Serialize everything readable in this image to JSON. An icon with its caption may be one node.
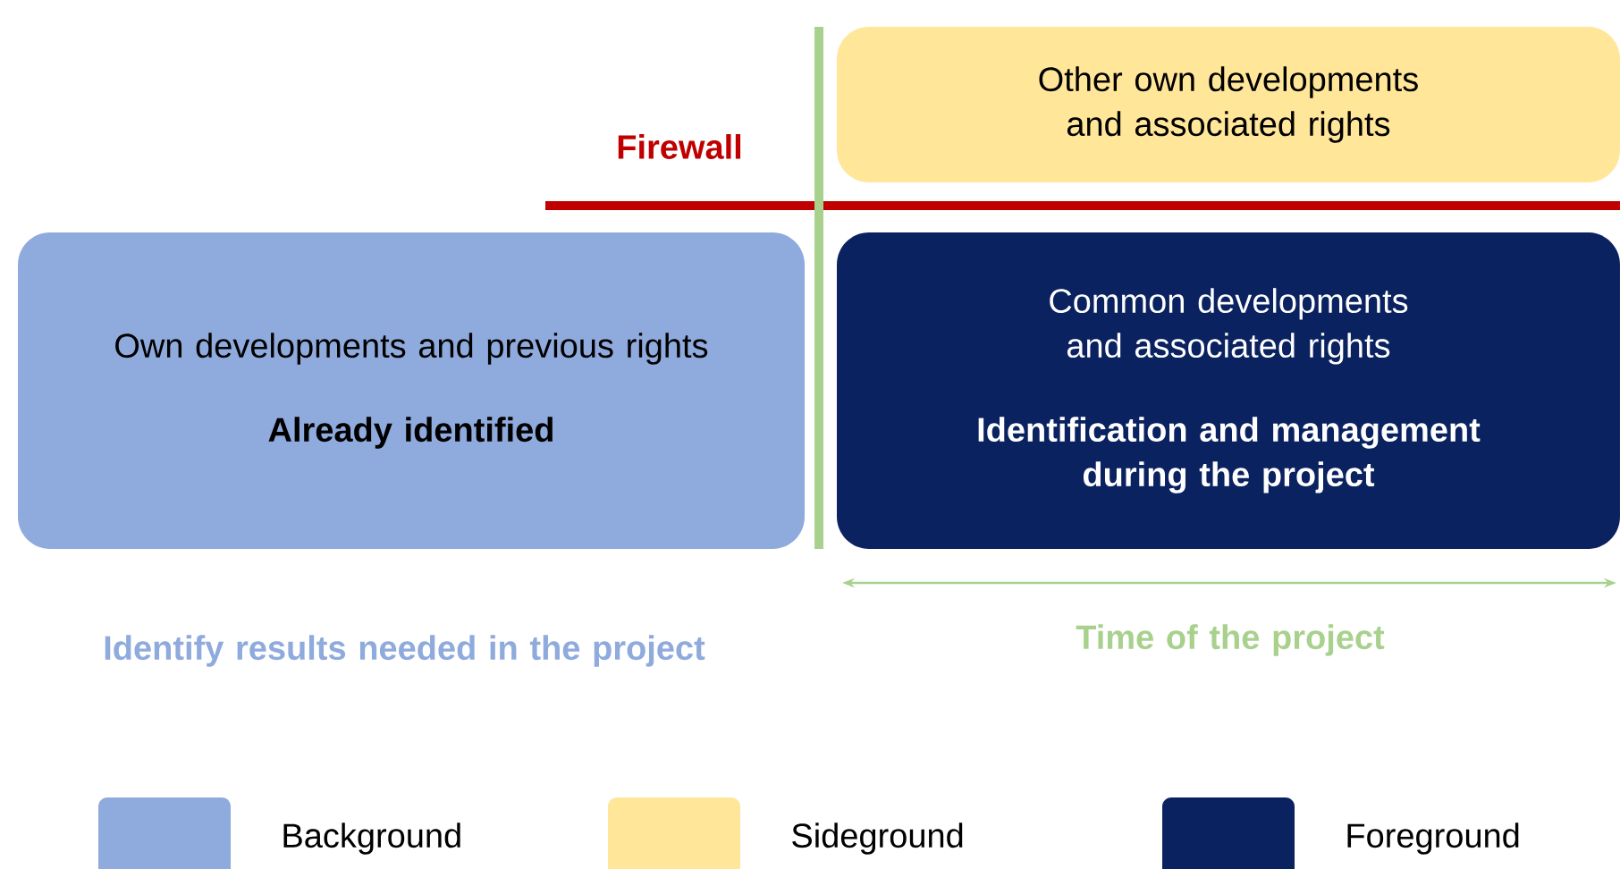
{
  "diagram": {
    "nodes": [
      {
        "text": [
          "Own developments and previous rights",
          "Already identified"
        ]
      },
      {
        "text": [
          "Other own developments and associated rights"
        ]
      },
      {
        "text": [
          "Common developments and associated rights",
          "Identification and management during the project"
        ]
      }
    ],
    "labels": [
      "Firewall",
      "Identify results needed in the project",
      "Time of the project"
    ],
    "legend": [
      {
        "text": "Background",
        "color": "#8faadc"
      },
      {
        "text": "Sideground",
        "color": "#ffe699"
      },
      {
        "text": "Foreground",
        "color": "#0b2260"
      }
    ]
  }
}
